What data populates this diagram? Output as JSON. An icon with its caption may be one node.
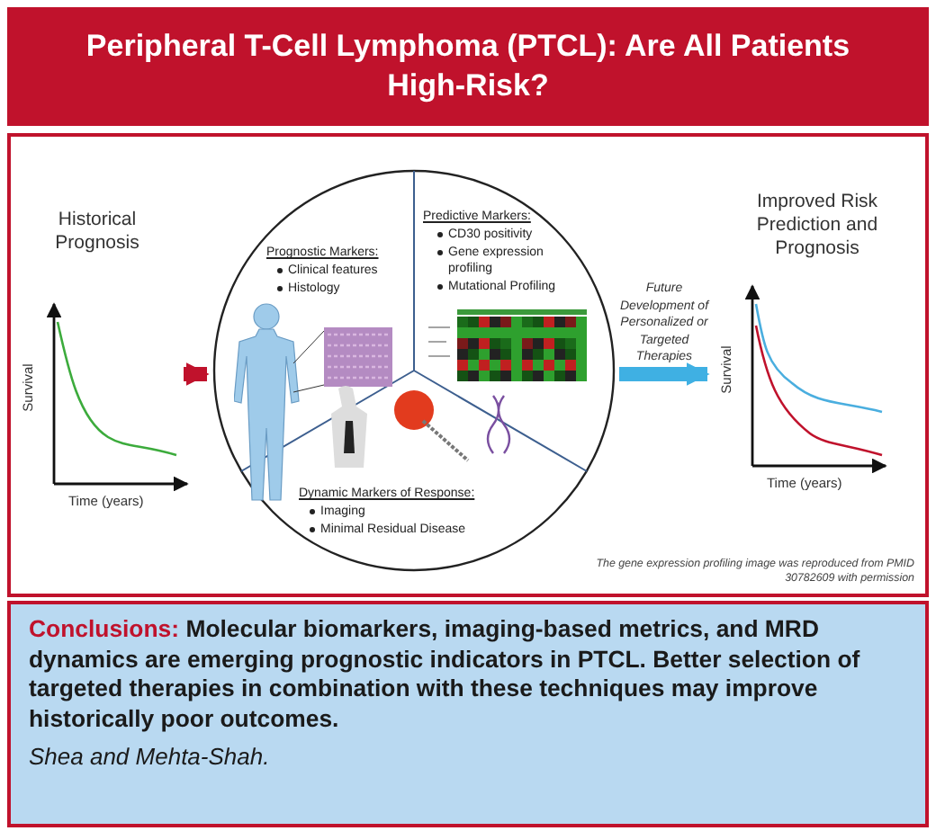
{
  "diagram": {
    "title": "Peripheral T-Cell Lymphoma (PTCL): Are All Patients High-Risk?",
    "nodes": [
      {
        "text": [
          "Historical Prognosis"
        ]
      },
      {
        "text": [],
        "shape": "circle"
      },
      {
        "text": [
          "Prognostic Markers:",
          "Clinical features",
          "Histology"
        ],
        "in": 1
      },
      {
        "text": [
          "Predictive Markers:",
          "CD30 positivity",
          "Gene expression profiling",
          "Mutational Profiling"
        ],
        "in": 1
      },
      {
        "text": [
          "Dynamic Markers of Response:",
          "Imaging",
          "Minimal Residual Disease"
        ],
        "in": 1
      },
      {
        "text": [
          "Improved Risk Prediction and Prognosis"
        ]
      }
    ],
    "edges": [
      {
        "from": 0,
        "to": 1,
        "arrow": "to",
        "color": "#c0122c"
      },
      {
        "from": 1,
        "to": 5,
        "arrow": "to",
        "color": "#3fb0e3",
        "label": "Future Development of Personalized or Targeted Therapies"
      }
    ],
    "labels": [
      "Survival",
      "Time (years)",
      "Survival",
      "Time (years)",
      "The gene expression profiling image was reproduced from PMID 30782609 with permission",
      "Conclusions:",
      "Molecular biomarkers, imaging-based metrics, and MRD dynamics are emerging prognostic indicators in PTCL. Better selection of targeted therapies in combination with these techniques may improve historically poor outcomes.",
      "Shea and Mehta-Shah."
    ]
  }
}
